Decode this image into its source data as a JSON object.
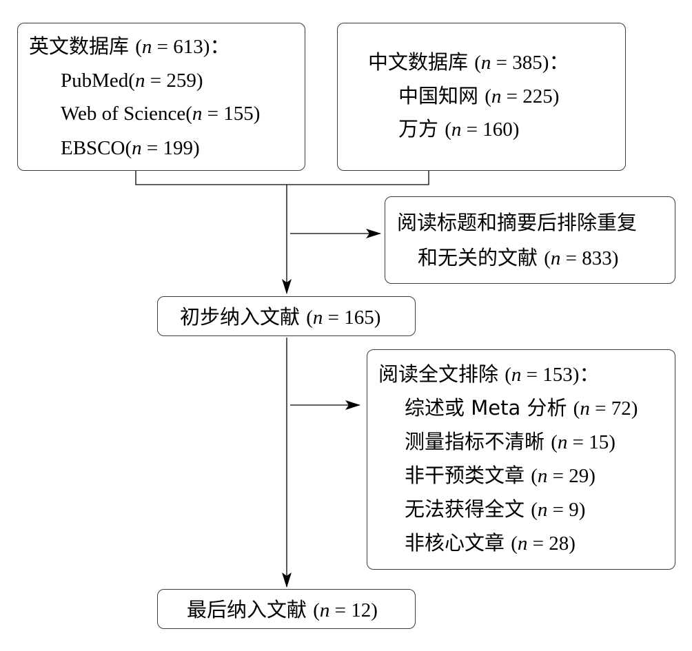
{
  "english_db": {
    "title": "英文数据库",
    "title_n": "613",
    "title_end": "：",
    "items": [
      {
        "label": "PubMed",
        "n": "259"
      },
      {
        "label": "Web of Science",
        "n": "155"
      },
      {
        "label": "EBSCO",
        "n": "199"
      }
    ]
  },
  "chinese_db": {
    "title": "中文数据库",
    "title_n": "385",
    "title_end": "：",
    "items": [
      {
        "label": "中国知网",
        "n": "225"
      },
      {
        "label": "万方",
        "n": "160"
      }
    ]
  },
  "exclude_title_abstract": {
    "line1": "阅读标题和摘要后排除重复",
    "line2": "和无关的文献",
    "n": "833"
  },
  "initial_include": {
    "label": "初步纳入文献",
    "n": "165"
  },
  "exclude_fulltext": {
    "title": "阅读全文排除",
    "title_n": "153",
    "title_end": "：",
    "items": [
      {
        "label": "综述或 Meta 分析",
        "n": "72"
      },
      {
        "label": "测量指标不清晰",
        "n": "15"
      },
      {
        "label": "非干预类文章",
        "n": "29"
      },
      {
        "label": "无法获得全文",
        "n": "9"
      },
      {
        "label": "非核心文章",
        "n": "28"
      }
    ]
  },
  "final_include": {
    "label": "最后纳入文献",
    "n": "12"
  },
  "n_symbol": "n",
  "n_eq": " = ",
  "paren_open": "(",
  "paren_close": ")"
}
